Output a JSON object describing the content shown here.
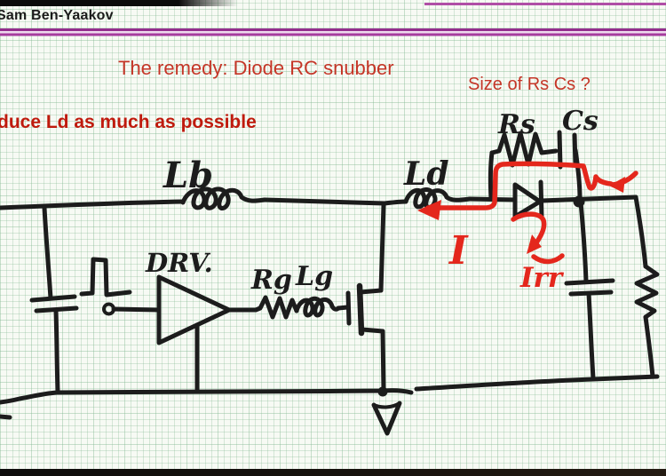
{
  "colors": {
    "ink": "#1c1c1c",
    "red_ink": "#e4271c",
    "heading_red": "#c53527",
    "note_red": "#bf1a0d",
    "accent_rule": "#a63c9e",
    "paper": "#f7faf4"
  },
  "header": {
    "author": "Sam Ben-Yaakov",
    "title": "The remedy: Diode RC snubber",
    "question": "Size of Rs Cs ?",
    "note": "duce Ld as much as possible"
  },
  "circuit": {
    "labels": {
      "boost_inductor": "Lb",
      "driver": "DRV.",
      "gate_resistor": "Rg",
      "gate_inductor": "Lg",
      "parasitic_inductor": "Ld",
      "snubber_resistor": "Rs",
      "snubber_capacitor": "Cs",
      "current": "I",
      "reverse_recovery_current": "Irr"
    }
  }
}
